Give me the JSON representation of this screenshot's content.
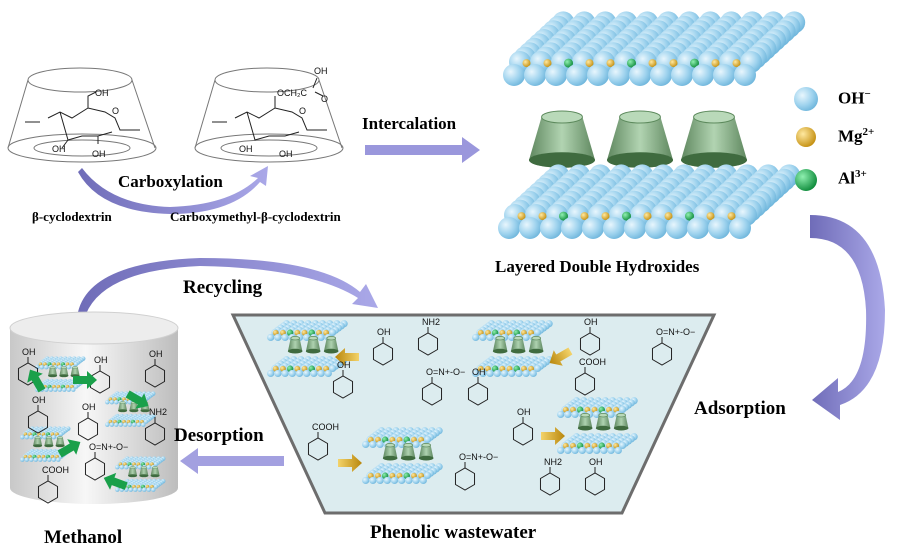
{
  "labels": {
    "beta_cd": "β-cyclodextrin",
    "cm_beta_cd": "Carboxymethyl-β-cyclodextrin",
    "carboxylation": "Carboxylation",
    "intercalation": "Intercalation",
    "ldh": "Layered Double Hydroxides",
    "recycling": "Recycling",
    "adsorption": "Adsorption",
    "desorption": "Desorption",
    "methanol": "Methanol",
    "wastewater": "Phenolic wastewater"
  },
  "legend": [
    {
      "label": "OH",
      "sup": "−",
      "color": "#9fd3ee"
    },
    {
      "label": "Mg",
      "sup": "2+",
      "color": "#d9a521"
    },
    {
      "label": "Al",
      "sup": "3+",
      "color": "#1aa04a"
    }
  ],
  "chem": {
    "oh": "OH",
    "o": "O",
    "och2": "OCH2C",
    "nh2": "NH2",
    "nitro": "O=N+-O−"
  },
  "colors": {
    "arrow_purple": "#9a97dc",
    "water": "#dcecef",
    "ldh_sphere": "#9fd3ee",
    "cone_green": "#6f9f6f",
    "gold_arrow": "#c99a1e",
    "green_arrow": "#1aa04a"
  }
}
